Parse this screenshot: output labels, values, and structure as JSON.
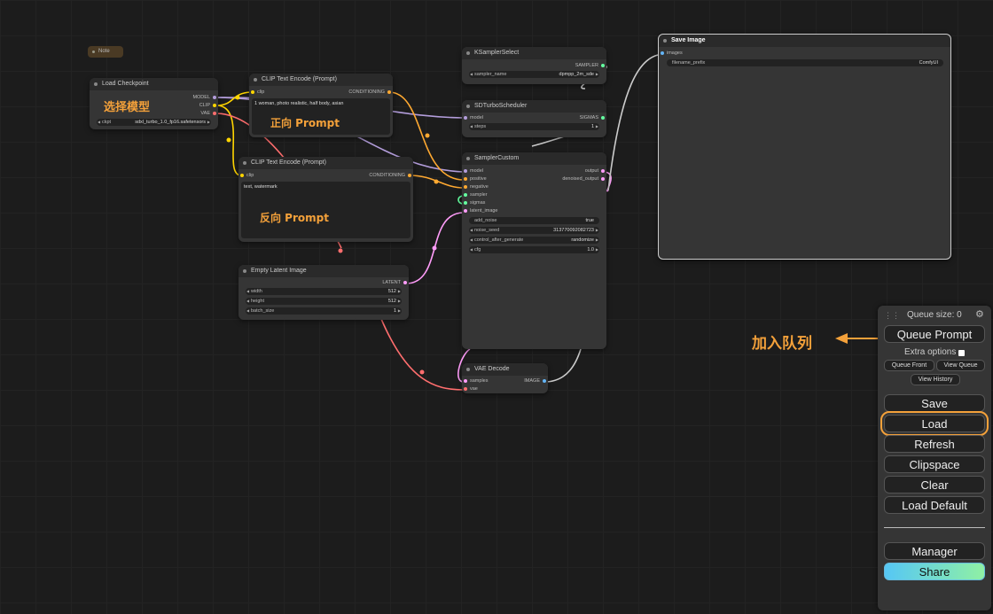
{
  "note": {
    "label": "Note"
  },
  "annotations": {
    "select_model": "选择模型",
    "positive_prompt": "正向 Prompt",
    "negative_prompt": "反向 Prompt",
    "queue": "加入队列"
  },
  "nodes": {
    "load_checkpoint": {
      "title": "Load Checkpoint",
      "outputs": [
        "MODEL",
        "CLIP",
        "VAE"
      ],
      "widget_label": "ckpt",
      "widget_value": "sdxl_turbo_1.0_fp16.safetensors"
    },
    "clip_positive": {
      "title": "CLIP Text Encode (Prompt)",
      "input": "clip",
      "output": "CONDITIONING",
      "text": "1 woman, photo realistic, half body, asian"
    },
    "clip_negative": {
      "title": "CLIP Text Encode (Prompt)",
      "input": "clip",
      "output": "CONDITIONING",
      "text": "text, watermark"
    },
    "empty_latent": {
      "title": "Empty Latent Image",
      "output": "LATENT",
      "widgets": [
        {
          "label": "width",
          "value": "512"
        },
        {
          "label": "height",
          "value": "512"
        },
        {
          "label": "batch_size",
          "value": "1"
        }
      ]
    },
    "ksampler_select": {
      "title": "KSamplerSelect",
      "output": "SAMPLER",
      "widget_label": "sampler_name",
      "widget_value": "dpmpp_2m_sde"
    },
    "sd_turbo": {
      "title": "SDTurboScheduler",
      "input": "model",
      "output": "SIGMAS",
      "widget_label": "steps",
      "widget_value": "1"
    },
    "sampler_custom": {
      "title": "SamplerCustom",
      "inputs": [
        "model",
        "positive",
        "negative",
        "sampler",
        "sigmas",
        "latent_image"
      ],
      "outputs": [
        "output",
        "denoised_output"
      ],
      "widgets": [
        {
          "label": "add_noise",
          "value": "true"
        },
        {
          "label": "noise_seed",
          "value": "313770092082723"
        },
        {
          "label": "control_after_generate",
          "value": "randomize"
        },
        {
          "label": "cfg",
          "value": "1.0"
        }
      ]
    },
    "vae_decode": {
      "title": "VAE Decode",
      "inputs": [
        "samples",
        "vae"
      ],
      "output": "IMAGE"
    },
    "save_image": {
      "title": "Save Image",
      "input": "images",
      "widget_label": "filename_prefix",
      "widget_value": "ComfyUI"
    }
  },
  "menu": {
    "queue_size": "Queue size: 0",
    "queue_prompt": "Queue Prompt",
    "extra_options": "Extra options",
    "queue_front": "Queue Front",
    "view_queue": "View Queue",
    "view_history": "View History",
    "save": "Save",
    "load": "Load",
    "refresh": "Refresh",
    "clipspace": "Clipspace",
    "clear": "Clear",
    "load_default": "Load Default",
    "manager": "Manager",
    "share": "Share"
  },
  "colors": {
    "annotation": "#f4a13a",
    "model_wire": "#b39ddb",
    "clip_wire": "#ffd500",
    "vae_wire": "#ff6e6e",
    "conditioning_wire": "#ffa931",
    "latent_wire": "#ff9cf9",
    "image_wire": "#64b5f6"
  }
}
